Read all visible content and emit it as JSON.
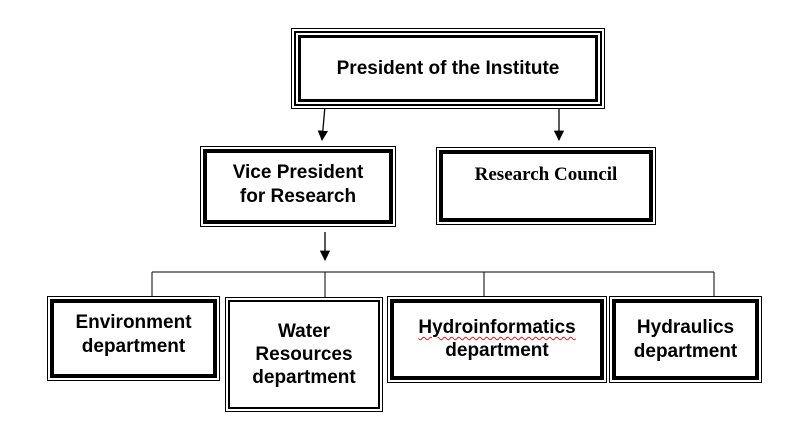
{
  "nodes": {
    "president": "President of the Institute",
    "vice_president": [
      "Vice President",
      "for Research"
    ],
    "research_council": "Research Council",
    "departments": {
      "environment": [
        "Environment",
        "department"
      ],
      "water_resources": [
        "Water",
        "Resources",
        "department"
      ],
      "hydroinformatics": [
        "Hydroinformatics",
        "department"
      ],
      "hydraulics": [
        "Hydraulics",
        "department"
      ]
    }
  },
  "colors": {
    "line": "#000000",
    "spellcheck_underline": "#d02020"
  }
}
